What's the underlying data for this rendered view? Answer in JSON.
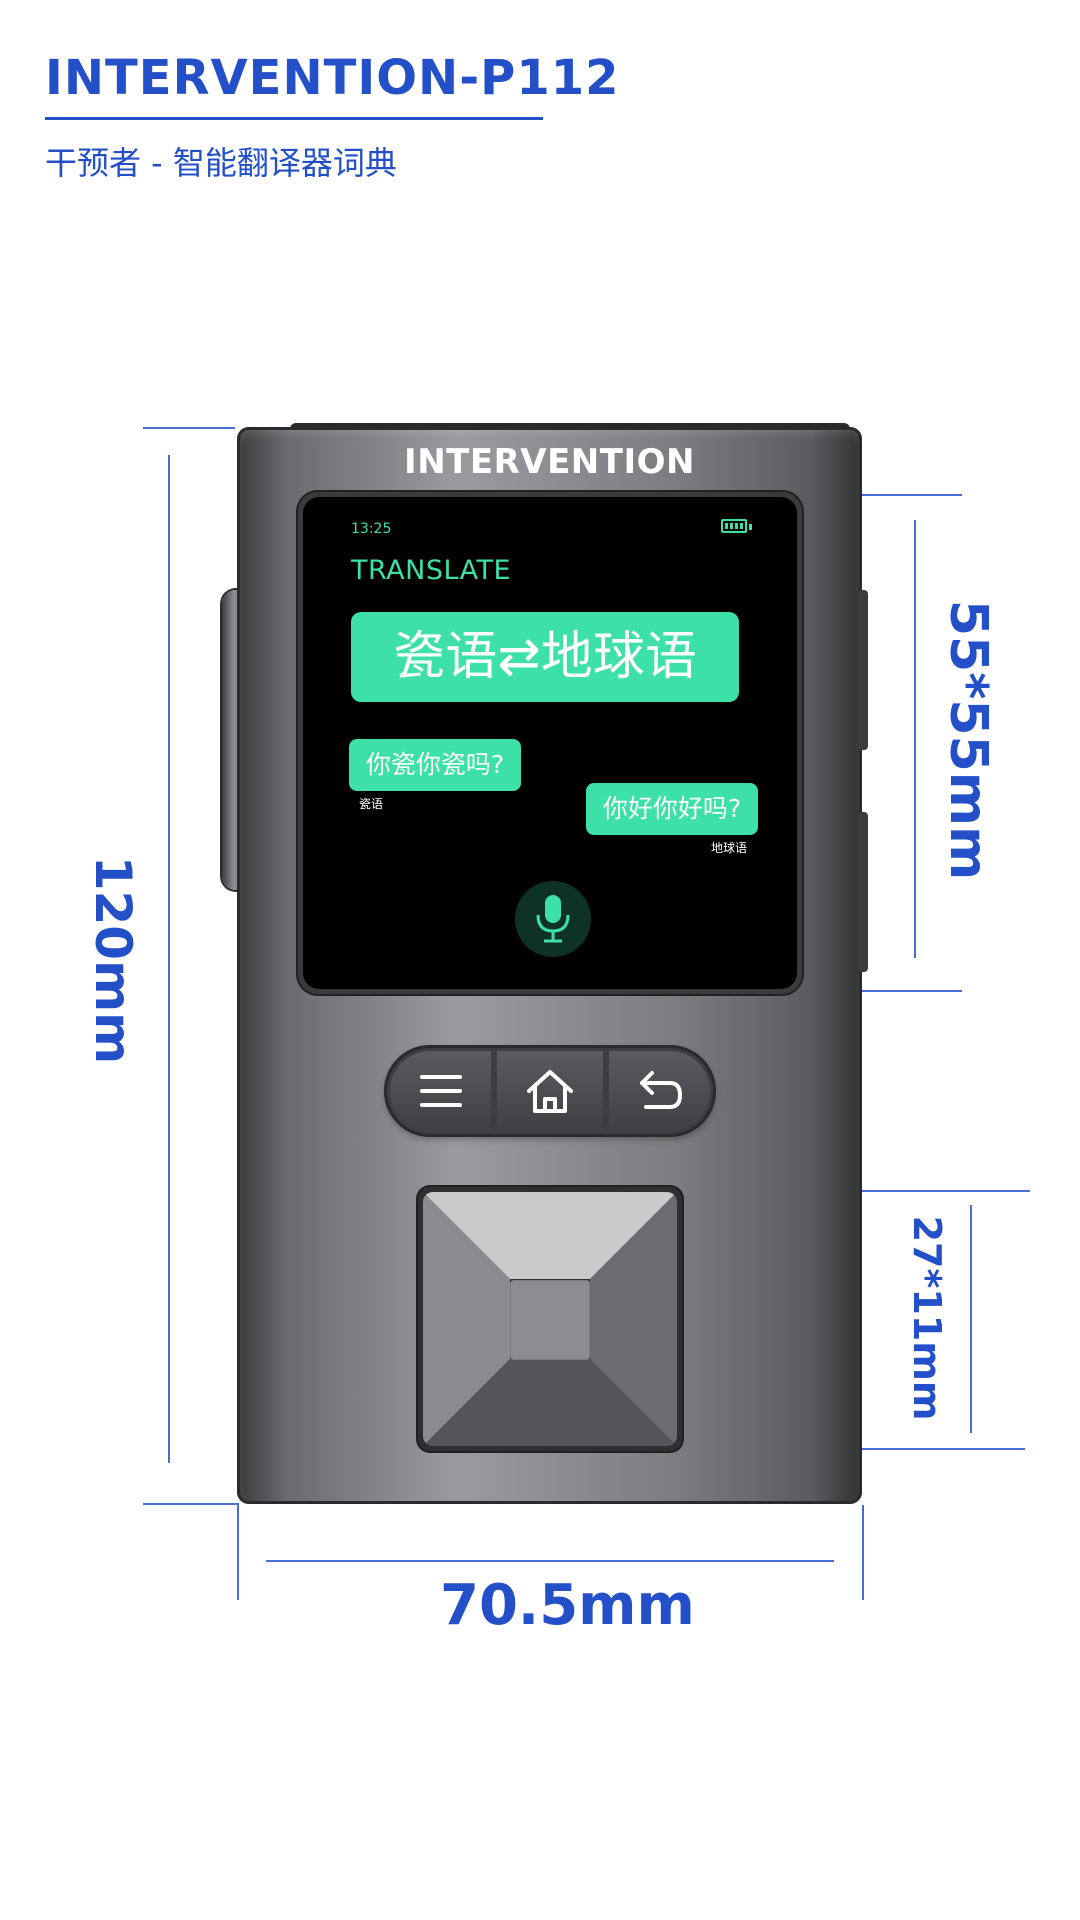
{
  "header": {
    "title": "INTERVENTION-P112",
    "subtitle": "干预者 - 智能翻译器词典"
  },
  "device": {
    "brand": "INTERVENTION",
    "screen": {
      "time": "13:25",
      "title": "TRANSLATE",
      "language_pair": "瓷语⇄地球语",
      "message_left": {
        "text": "你瓷你瓷吗?",
        "language": "瓷语"
      },
      "message_right": {
        "text": "你好你好吗?",
        "language": "地球语"
      },
      "accent_color": "#3de0a6"
    },
    "buttons": [
      "menu-icon",
      "home-icon",
      "back-icon"
    ]
  },
  "dimensions": {
    "height": "120mm",
    "width": "70.5mm",
    "screen": "55*55mm",
    "dpad": "27*11mm"
  },
  "colors": {
    "annotation": "#2350c8",
    "body": "#8e8f92"
  }
}
